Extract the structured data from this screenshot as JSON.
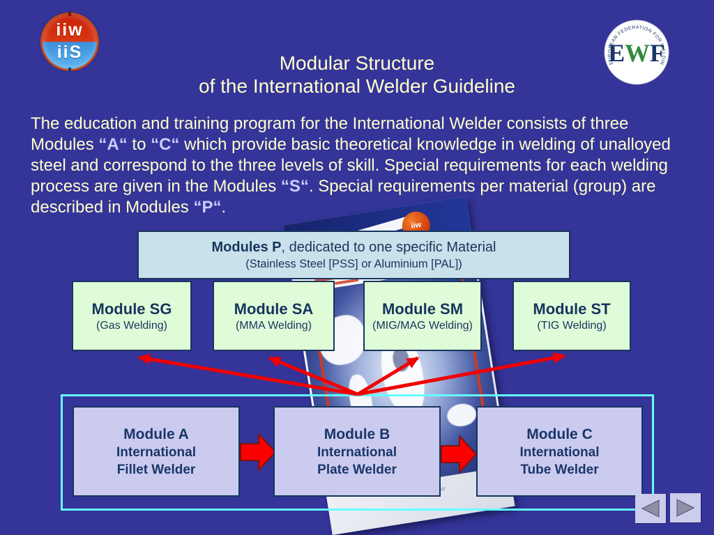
{
  "slide": {
    "title_line1": "Modular Structure",
    "title_line2": "of the International Welder Guideline"
  },
  "logos": {
    "iiw_top": "iiw",
    "iiw_bottom": "iiS",
    "ewf_letter_e": "E",
    "ewf_letter_w": "W",
    "ewf_letter_f": "F",
    "ewf_ring_text": "EUROPEAN FEDERATION FOR WELDING JOINING AND CUTTING •"
  },
  "paragraph": {
    "p1": "The education and training program for the International Welder consists of three Modules ",
    "hl1": "“A“",
    "p2": " to ",
    "hl2": "“C“",
    "p3": " which provide basic theoretical knowledge in welding of unalloyed steel and correspond to the three levels of skill. Special requirements for each welding process are given in the Modules ",
    "hl3": "“S“",
    "p4": ". Special requirements per material (group) are described in Modules ",
    "hl4": "“P“",
    "p5": "."
  },
  "modules_p_box": {
    "title_bold": "Modules P",
    "title_rest": ", dedicated to one specific Material",
    "subtitle": "(Stainless Steel [PSS] or Aluminium [PAL])"
  },
  "process_modules": [
    {
      "name": "Module SG",
      "process": "(Gas Welding)"
    },
    {
      "name": "Module SA",
      "process": "(MMA Welding)"
    },
    {
      "name": "Module SM",
      "process": "(MIG/MAG Welding)"
    },
    {
      "name": "Module ST",
      "process": "(TIG Welding)"
    }
  ],
  "level_modules": [
    {
      "name": "Module A",
      "line2": "International",
      "line3": "Fillet Welder"
    },
    {
      "name": "Module B",
      "line2": "International",
      "line3": "Plate Welder"
    },
    {
      "name": "Module C",
      "line2": "International",
      "line3": "Tube Welder"
    }
  ],
  "document_image": {
    "iiw_badge": "iiw",
    "copyright": "© IIW"
  },
  "colors": {
    "background": "#343499",
    "text_yellow": "#FFFFCC",
    "highlight_lavender": "#CCCCFF",
    "navy": "#16355E",
    "p_box_fill": "#C9E1EA",
    "green_fill": "#DFFCD8",
    "lavender_fill": "#CBCBEF",
    "cyan_frame": "#66FFFF",
    "arrow_red": "#FB0000"
  }
}
